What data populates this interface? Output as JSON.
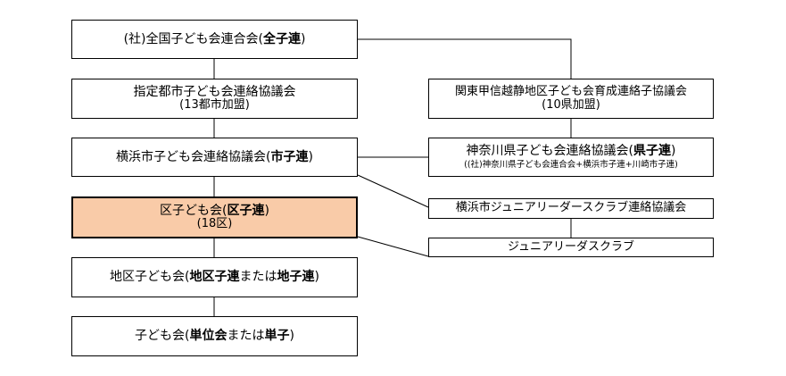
{
  "left": [
    {
      "id": "zenkoku",
      "parts": [
        {
          "t": "(社)全国子ども会連合会("
        },
        {
          "t": "全子連",
          "b": true
        },
        {
          "t": ")"
        }
      ]
    },
    {
      "id": "shitei",
      "parts": [
        {
          "t": "指定都市子ども会連絡協議会"
        }
      ],
      "sub": "(13都市加盟)"
    },
    {
      "id": "yokohama",
      "parts": [
        {
          "t": "横浜市子ども会連絡協議会("
        },
        {
          "t": "市子連",
          "b": true
        },
        {
          "t": ")"
        }
      ]
    },
    {
      "id": "ku",
      "parts": [
        {
          "t": "区子ども会("
        },
        {
          "t": "区子連",
          "b": true
        },
        {
          "t": ")"
        }
      ],
      "sub": "(18区)"
    },
    {
      "id": "chiku",
      "parts": [
        {
          "t": "地区子ども会("
        },
        {
          "t": "地区子連",
          "b": true
        },
        {
          "t": "または"
        },
        {
          "t": "地子連",
          "b": true
        },
        {
          "t": ")"
        }
      ]
    },
    {
      "id": "kodomo",
      "parts": [
        {
          "t": "子ども会("
        },
        {
          "t": "単位会",
          "b": true
        },
        {
          "t": "または"
        },
        {
          "t": "単子",
          "b": true
        },
        {
          "t": ")"
        }
      ]
    }
  ],
  "right": [
    {
      "id": "kanto",
      "parts": [
        {
          "t": "関東甲信越静地区子ども会育成連絡子協議会"
        }
      ],
      "sub": "(10県加盟)"
    },
    {
      "id": "kanagawa",
      "parts": [
        {
          "t": "神奈川県子ども会連絡協議会("
        },
        {
          "t": "県子連",
          "b": true
        },
        {
          "t": ")"
        }
      ],
      "note": "((社)神奈川県子ども会連合会+横浜市子連+川崎市子連)"
    },
    {
      "id": "jl-council",
      "parts": [
        {
          "t": "横浜市ジュニアリーダースクラブ連絡協議会"
        }
      ]
    },
    {
      "id": "jl-club",
      "parts": [
        {
          "t": "ジュニアリーダスクラブ"
        }
      ]
    }
  ],
  "colors": {
    "highlight": "#f9cba8",
    "line": "#000000"
  }
}
